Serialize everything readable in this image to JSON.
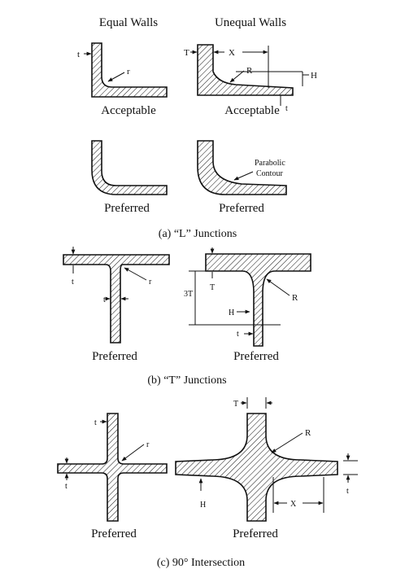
{
  "headers": {
    "equal": "Equal Walls",
    "unequal": "Unequal Walls"
  },
  "ratings": {
    "acceptable": "Acceptable",
    "preferred": "Preferred"
  },
  "captions": {
    "l_junctions": "(a) “L” Junctions",
    "t_junctions": "(b) “T” Junctions",
    "intersection": "(c) 90° Intersection"
  },
  "notes": {
    "parabolic_line1": "Parabolic",
    "parabolic_line2": "Contour"
  },
  "dims": {
    "t": "t",
    "T": "T",
    "r": "r",
    "R": "R",
    "X": "X",
    "H": "H",
    "three_T": "3T"
  }
}
